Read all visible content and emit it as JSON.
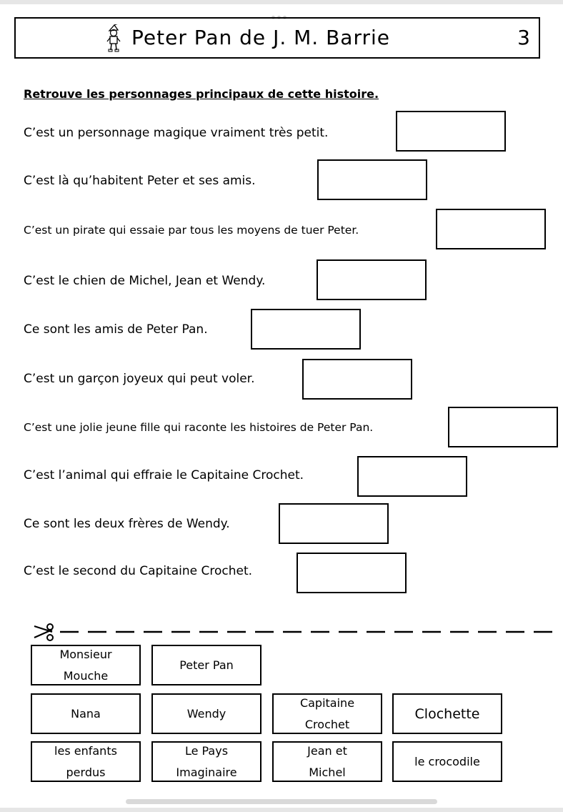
{
  "header": {
    "title": "Peter Pan de J. M. Barrie",
    "page_number": "3",
    "icon": "peter-pan-figure-icon"
  },
  "instruction": "Retrouve les personnages principaux de cette histoire.",
  "questions": [
    "C’est un personnage magique vraiment très petit.",
    "C’est là qu’habitent Peter et ses amis.",
    "C’est un pirate qui essaie par tous les moyens de tuer Peter.",
    "C’est le chien de Michel, Jean et Wendy.",
    "Ce sont les amis de Peter Pan.",
    "C’est un garçon joyeux qui peut voler.",
    "C’est une jolie jeune fille qui raconte les histoires de Peter Pan.",
    "C’est l’animal qui effraie le Capitaine Crochet.",
    "Ce sont les deux frères de Wendy.",
    "C’est le second du Capitaine Crochet."
  ],
  "cut_icon": "scissors-icon",
  "cards": [
    [
      "Monsieur",
      "Mouche"
    ],
    [
      "Peter Pan"
    ],
    [
      "Nana"
    ],
    [
      "Wendy"
    ],
    [
      "Capitaine",
      "Crochet"
    ],
    [
      "Clochette"
    ],
    [
      "les enfants",
      "perdus"
    ],
    [
      "Le Pays",
      "Imaginaire"
    ],
    [
      "Jean et",
      "Michel"
    ],
    [
      "le crocodile"
    ]
  ]
}
